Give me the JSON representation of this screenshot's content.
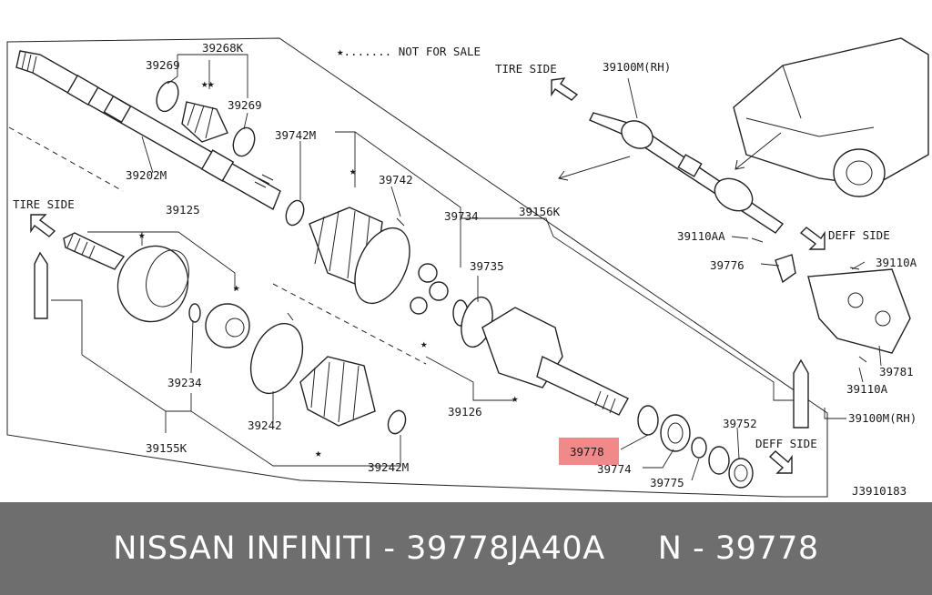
{
  "diagram": {
    "legend": "★....... NOT FOR SALE",
    "drawing_no": "J3910183",
    "highlight_color": "#f08a8a",
    "labels": [
      {
        "id": "39268K",
        "text": "39268K"
      },
      {
        "id": "39269a",
        "text": "39269"
      },
      {
        "id": "39269b",
        "text": "39269"
      },
      {
        "id": "39202M",
        "text": "39202M"
      },
      {
        "id": "39742M",
        "text": "39742M"
      },
      {
        "id": "39742",
        "text": "39742"
      },
      {
        "id": "39734",
        "text": "39734"
      },
      {
        "id": "39156K",
        "text": "39156K"
      },
      {
        "id": "39735",
        "text": "39735"
      },
      {
        "id": "tire_side_top",
        "text": "TIRE SIDE"
      },
      {
        "id": "39100M_top",
        "text": "39100M(RH)"
      },
      {
        "id": "tire_side_left",
        "text": "TIRE SIDE"
      },
      {
        "id": "39125",
        "text": "39125"
      },
      {
        "id": "39234",
        "text": "39234"
      },
      {
        "id": "39155K",
        "text": "39155K"
      },
      {
        "id": "39242",
        "text": "39242"
      },
      {
        "id": "39242M",
        "text": "39242M"
      },
      {
        "id": "39126",
        "text": "39126"
      },
      {
        "id": "39778",
        "text": "39778",
        "highlight": true
      },
      {
        "id": "39774",
        "text": "39774"
      },
      {
        "id": "39775",
        "text": "39775"
      },
      {
        "id": "39752",
        "text": "39752"
      },
      {
        "id": "deff_side_bottom",
        "text": "DEFF SIDE"
      },
      {
        "id": "39100M_right",
        "text": "39100M(RH)"
      },
      {
        "id": "39110AA",
        "text": "39110AA"
      },
      {
        "id": "39776",
        "text": "39776"
      },
      {
        "id": "deff_side_right",
        "text": "DEFF SIDE"
      },
      {
        "id": "39110A_top",
        "text": "39110A"
      },
      {
        "id": "39781",
        "text": "39781"
      },
      {
        "id": "39110A_bottom",
        "text": "39110A"
      }
    ]
  },
  "banner": {
    "text": "NISSAN INFINITI - 39778JA40A     N - 39778"
  }
}
